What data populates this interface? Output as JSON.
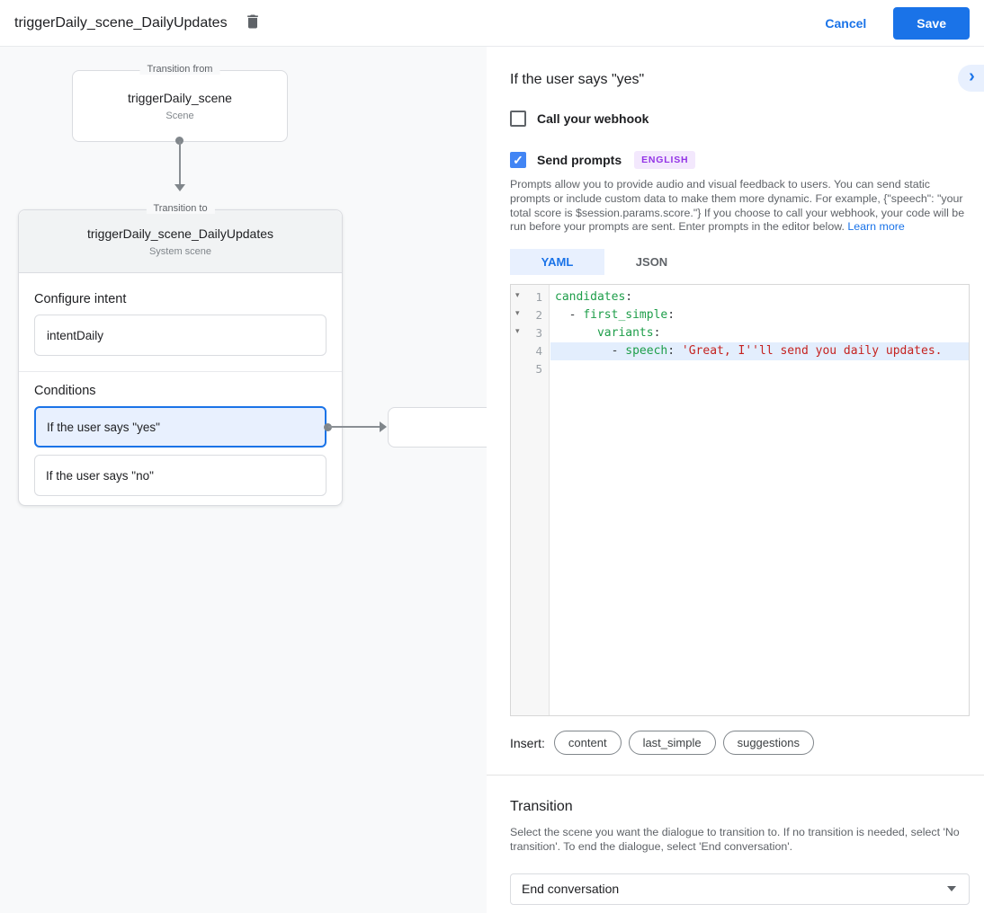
{
  "header": {
    "title": "triggerDaily_scene_DailyUpdates",
    "cancel_label": "Cancel",
    "save_label": "Save"
  },
  "canvas": {
    "from_node": {
      "legend": "Transition from",
      "title": "triggerDaily_scene",
      "subtitle": "Scene"
    },
    "to_node": {
      "legend": "Transition to",
      "title": "triggerDaily_scene_DailyUpdates",
      "subtitle": "System scene",
      "intent_label": "Configure intent",
      "intent_value": "intentDaily",
      "conditions_label": "Conditions",
      "conditions": [
        {
          "label": "If the user says \"yes\"",
          "selected": true
        },
        {
          "label": "If the user says \"no\"",
          "selected": false
        }
      ]
    }
  },
  "panel": {
    "heading": "If the user says \"yes\"",
    "webhook_label": "Call your webhook",
    "send_prompts_label": "Send prompts",
    "language_badge": "ENGLISH",
    "description": "Prompts allow you to provide audio and visual feedback to users. You can send static prompts or include custom data to make them more dynamic. For example, {\"speech\": \"your total score is $session.params.score.\"} If you choose to call your webhook, your code will be run before your prompts are sent. Enter prompts in the editor below. ",
    "learn_more": "Learn more",
    "tabs": [
      {
        "label": "YAML",
        "active": true
      },
      {
        "label": "JSON",
        "active": false
      }
    ],
    "editor": {
      "lines": [
        {
          "number": "1",
          "tokens": [
            "candidates",
            ":"
          ]
        },
        {
          "number": "2",
          "tokens": [
            "  - ",
            "first_simple",
            ":"
          ]
        },
        {
          "number": "3",
          "tokens": [
            "      ",
            "variants",
            ":"
          ]
        },
        {
          "number": "4",
          "tokens": [
            "        - ",
            "speech",
            ": ",
            "'Great, I''ll send you daily updates."
          ]
        },
        {
          "number": "5",
          "tokens": []
        }
      ]
    },
    "insert_label": "Insert:",
    "insert_buttons": [
      {
        "label": "content"
      },
      {
        "label": "last_simple"
      },
      {
        "label": "suggestions"
      }
    ],
    "transition": {
      "heading": "Transition",
      "description": "Select the scene you want the dialogue to transition to. If no transition is needed, select 'No transition'. To end the dialogue, select 'End conversation'.",
      "dropdown_value": "End conversation"
    }
  },
  "icons": {
    "delete": "trash-icon",
    "collapse": "chevron-right-icon",
    "check_glyph": "✓",
    "fold_glyph": "▾",
    "chevron_glyph": "›"
  },
  "colors": {
    "accent_blue": "#1a73e8",
    "checkbox_blue": "#4285f4",
    "selected_bg": "#e8f0fe",
    "badge_bg": "#f3e8fd",
    "badge_text": "#9334e6",
    "canvas_bg": "#f8f9fa",
    "code_key": "#1e9e4a",
    "code_string": "#c5221f"
  }
}
